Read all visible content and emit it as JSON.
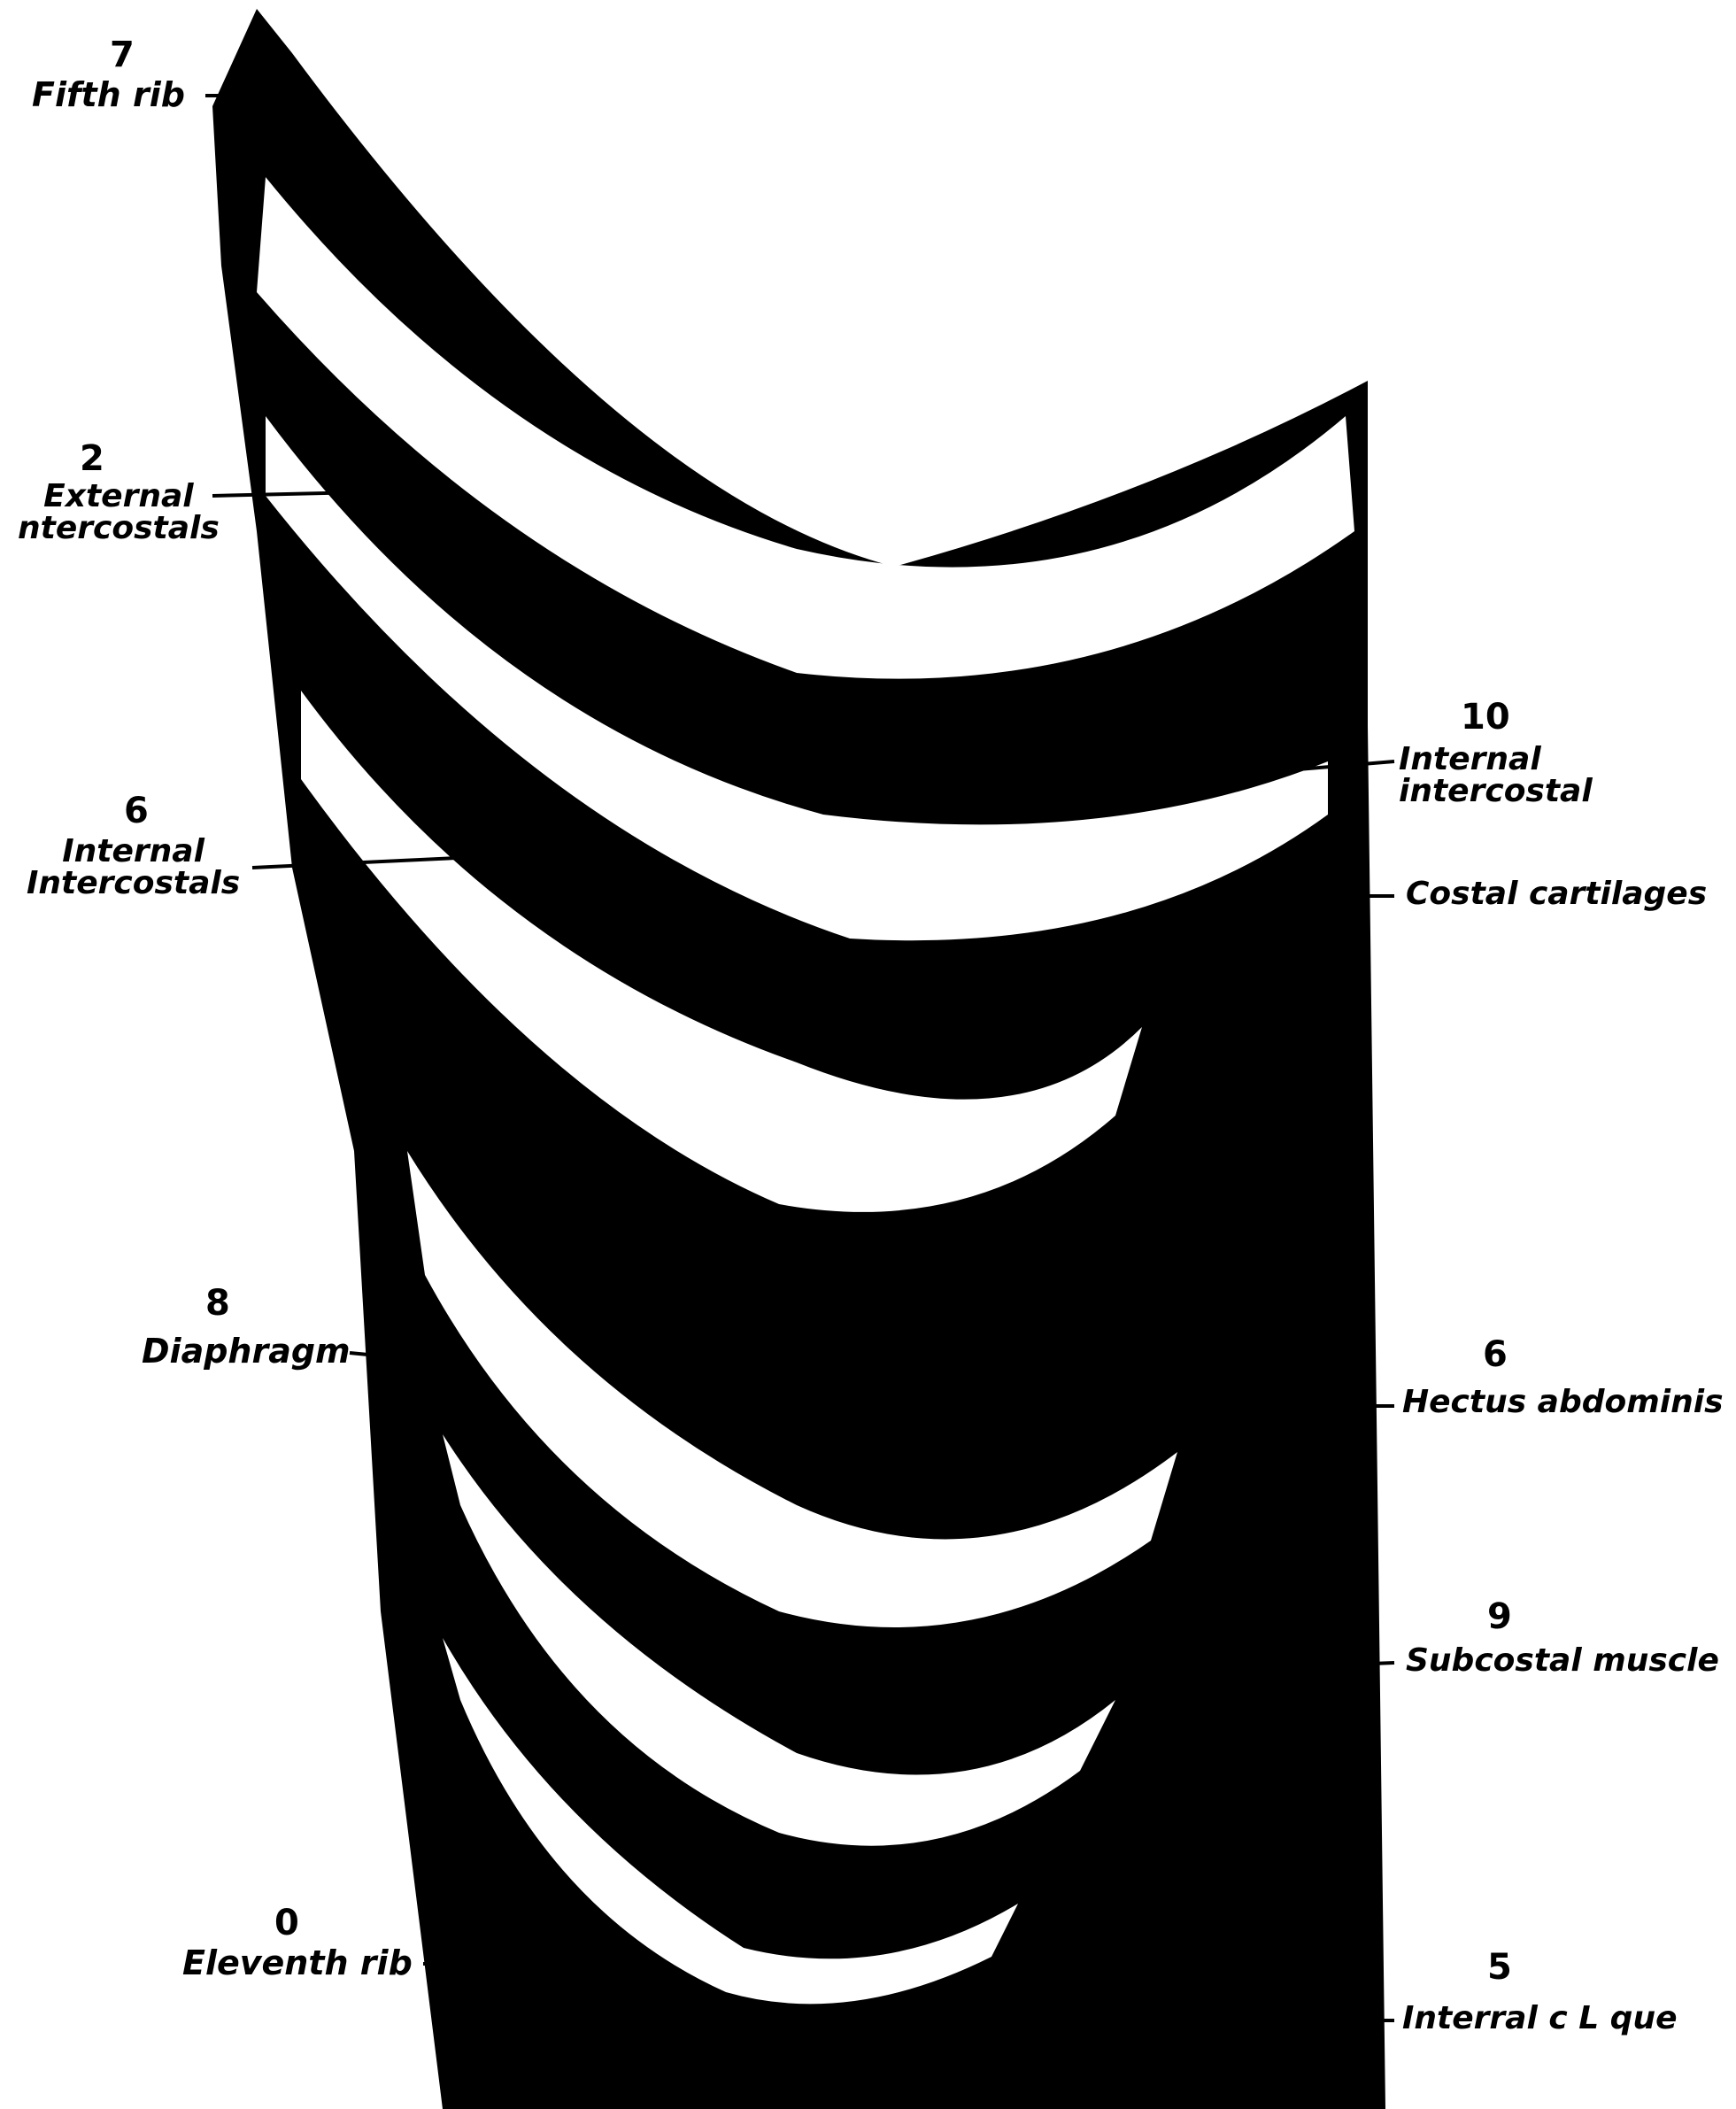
{
  "labels": {
    "fifth_rib": "Fifth rib",
    "external_intercostals": "External\nntercostals",
    "internal_intercostals_left": "Internal\nIntercostals",
    "diaphragm": "Diaphragm",
    "eleventh_rib": "Eleventh rib",
    "internal_intercostal_right": "Internal\nintercostal",
    "costal_cartilages": "Costal cartilages",
    "rectus_abdominis": "Hectus abdominis",
    "subcostal_muscle": "Subcostal muscle",
    "internal_oblique": "Interral c L que"
  },
  "numbers": {
    "fifth_rib": "7",
    "external_intercostals": "2",
    "internal_intercostals_left": "6",
    "diaphragm": "8",
    "eleventh_rib": "0",
    "internal_intercostal_right": "10",
    "rectus_abdominis": "6",
    "subcostal_muscle": "9",
    "internal_oblique": "5"
  },
  "colors": {
    "ink": "#000000",
    "paper": "#ffffff"
  }
}
